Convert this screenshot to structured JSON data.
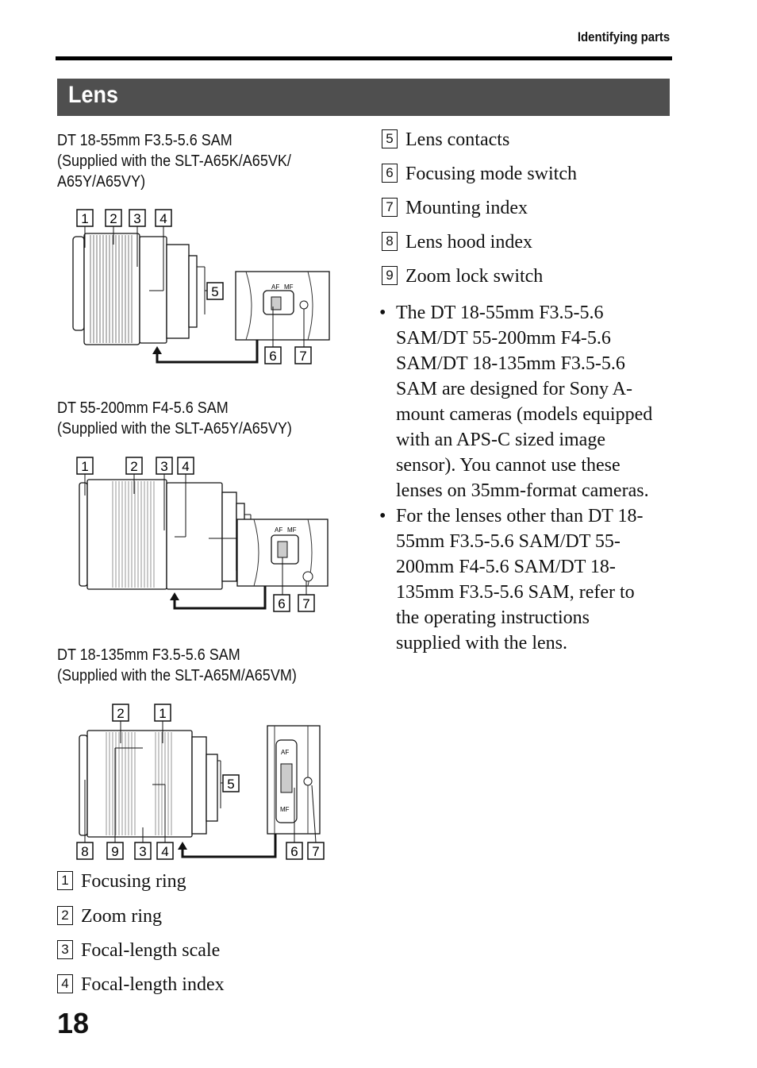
{
  "header": {
    "section": "Identifying parts"
  },
  "title": "Lens",
  "lens1": {
    "name": "DT 18-55mm F3.5-5.6 SAM",
    "supplied_line1": "(Supplied with the SLT-A65K/A65VK/",
    "supplied_line2": "A65Y/A65VY)"
  },
  "lens2": {
    "name": "DT 55-200mm F4-5.6 SAM",
    "supplied": "(Supplied with the SLT-A65Y/A65VY)"
  },
  "lens3": {
    "name": "DT 18-135mm F3.5-5.6 SAM",
    "supplied": "(Supplied with the SLT-A65M/A65VM)"
  },
  "switch_labels": {
    "af": "AF",
    "mf": "MF"
  },
  "callouts": [
    "1",
    "2",
    "3",
    "4",
    "5",
    "6",
    "7",
    "8",
    "9"
  ],
  "legend_left": [
    {
      "num": "1",
      "label": "Focusing ring"
    },
    {
      "num": "2",
      "label": "Zoom ring"
    },
    {
      "num": "3",
      "label": "Focal-length scale"
    },
    {
      "num": "4",
      "label": "Focal-length index"
    }
  ],
  "legend_right": [
    {
      "num": "5",
      "label": "Lens contacts"
    },
    {
      "num": "6",
      "label": "Focusing mode switch"
    },
    {
      "num": "7",
      "label": "Mounting index"
    },
    {
      "num": "8",
      "label": "Lens hood index"
    },
    {
      "num": "9",
      "label": "Zoom lock switch"
    }
  ],
  "notes": [
    {
      "lines": [
        "The DT 18-55mm F3.5-5.6",
        "SAM/DT 55-200mm F4-5.6",
        "SAM/DT 18-135mm F3.5-5.6",
        "SAM are designed for Sony A-",
        "mount cameras (models equipped",
        "with an APS-C sized image",
        "sensor). You cannot use these",
        "lenses on 35mm-format cameras."
      ]
    },
    {
      "lines": [
        "For the lenses other than DT 18-",
        "55mm F3.5-5.6 SAM/DT 55-",
        "200mm F4-5.6 SAM/DT 18-",
        "135mm F3.5-5.6 SAM, refer to",
        "the operating instructions",
        "supplied with the lens."
      ]
    }
  ],
  "page_number": "18"
}
